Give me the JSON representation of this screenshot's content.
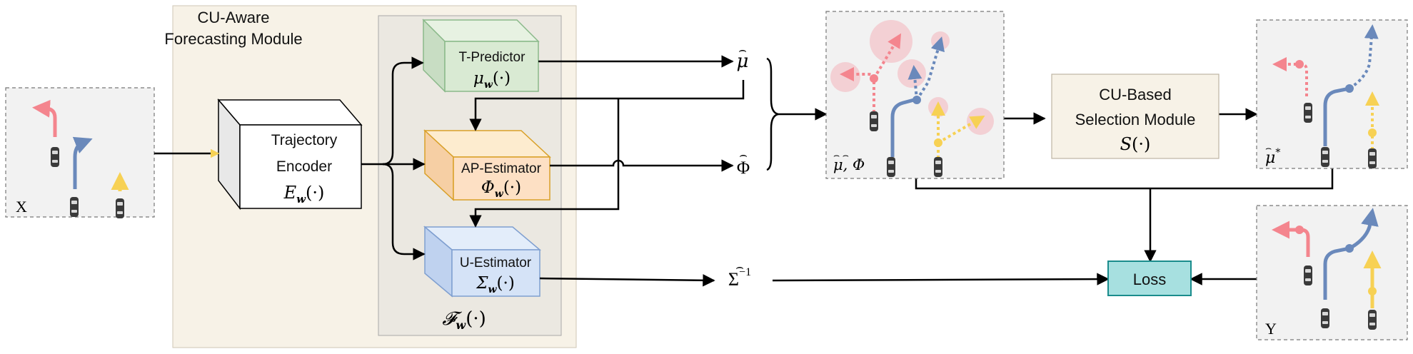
{
  "module_title": [
    "CU-Aware",
    "Forecasting Module"
  ],
  "encoder": {
    "label": [
      "Trajectory",
      "Encoder"
    ],
    "func": "E",
    "sub": "w",
    "arg": "(·)"
  },
  "t_predictor": {
    "label": "T-Predictor",
    "func": "μ",
    "sub": "w",
    "arg": "(·)"
  },
  "ap_estimator": {
    "label": "AP-Estimator",
    "func": "Φ",
    "sub": "w",
    "arg": "(·)"
  },
  "u_estimator": {
    "label": "U-Estimator",
    "func": "Σ",
    "sub": "w",
    "arg": "(·)"
  },
  "inner_module": {
    "func": "𝓕",
    "sub": "w",
    "arg": "(·)"
  },
  "outputs": {
    "mu": "μ",
    "phi": "Φ",
    "sigma": "Σ",
    "sigma_sup": "−1",
    "pair": "μ, Φ",
    "mu_star": "μ",
    "mu_star_sup": "*"
  },
  "selection": {
    "label": [
      "CU-Based",
      "Selection Module"
    ],
    "func": "S",
    "arg": "(·)"
  },
  "loss": {
    "label": "Loss"
  },
  "panels": {
    "input": "X",
    "target": "Y"
  },
  "colors": {
    "red": "#f4858e",
    "blue": "#6a89bb",
    "yellow": "#f7d154",
    "green_fill": "#d9ead3",
    "green_stroke": "#8bb98a",
    "orange_fill": "#fde0c4",
    "orange_stroke": "#d9a028",
    "blue_fill": "#d5e3f7",
    "blue_stroke": "#7f9fd0",
    "loss_fill": "#a7e0e0",
    "loss_stroke": "#1a8c8c",
    "panel_fill": "#f2f2f2",
    "module_fill": "#f7f2e7",
    "inner_fill": "#ebe8e1"
  }
}
